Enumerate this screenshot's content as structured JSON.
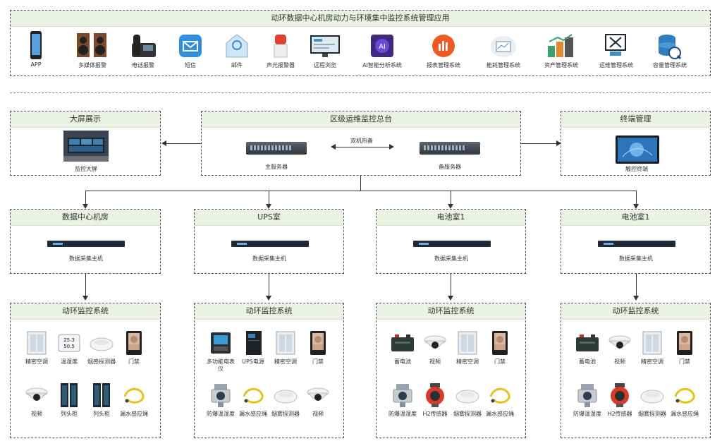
{
  "top": {
    "title": "动环数据中心机房动力与环境集中监控系统管理应用",
    "apps": [
      {
        "label": "APP",
        "icon": "smartphone-icon"
      },
      {
        "label": "多媒体报警",
        "icon": "speaker-icon"
      },
      {
        "label": "电话报警",
        "icon": "desk-phone-icon"
      },
      {
        "label": "短信",
        "icon": "mail-icon"
      },
      {
        "label": "邮件",
        "icon": "email-icon"
      },
      {
        "label": "声光报警器",
        "icon": "siren-icon"
      },
      {
        "label": "远程浏览",
        "icon": "monitor-icon"
      },
      {
        "label": "AI智能分析系统",
        "icon": "ai-icon"
      },
      {
        "label": "报表管理系统",
        "icon": "report-icon"
      },
      {
        "label": "能耗管理系统",
        "icon": "energy-icon"
      },
      {
        "label": "资产管理系统",
        "icon": "asset-icon"
      },
      {
        "label": "运维管理系统",
        "icon": "maintenance-icon"
      },
      {
        "label": "容量管理系统",
        "icon": "database-icon"
      }
    ]
  },
  "middle": {
    "screen": {
      "title": "大屏展示",
      "item": "监控大屏"
    },
    "center": {
      "title": "区级运维监控总台",
      "main_server": "主服务器",
      "backup_server": "备服务器",
      "link": "双机热备"
    },
    "terminal": {
      "title": "终端管理",
      "item": "触控终端"
    }
  },
  "rooms": [
    {
      "title": "数据中心机房",
      "host": "数据采集主机"
    },
    {
      "title": "UPS室",
      "host": "数据采集主机"
    },
    {
      "title": "电池室1",
      "host": "数据采集主机"
    },
    {
      "title": "电池室1",
      "host": "数据采集主机"
    }
  ],
  "systems": [
    {
      "title": "动环监控系统",
      "row1": [
        "精密空调",
        "温湿度",
        "烟感探测器",
        "门禁"
      ],
      "row2": [
        "视频",
        "列头柜",
        "列头柜",
        "漏水感应绳"
      ]
    },
    {
      "title": "动环监控系统",
      "row1": [
        "多功能电表仪",
        "UPS电源",
        "精密空调",
        "门禁"
      ],
      "row2": [
        "防爆温湿度",
        "漏水感应绳",
        "烟雾探测器",
        "视频"
      ]
    },
    {
      "title": "动环监控系统",
      "row1": [
        "蓄电池",
        "视频",
        "精密空调",
        "门禁"
      ],
      "row2": [
        "防爆温湿度",
        "H2传感器",
        "烟雾探测器",
        "漏水感应绳"
      ]
    },
    {
      "title": "动环监控系统",
      "row1": [
        "蓄电池",
        "视频",
        "精密空调",
        "门禁"
      ],
      "row2": [
        "防爆温湿度",
        "H2传感器",
        "烟雾探测器",
        "漏水感应绳"
      ]
    }
  ]
}
